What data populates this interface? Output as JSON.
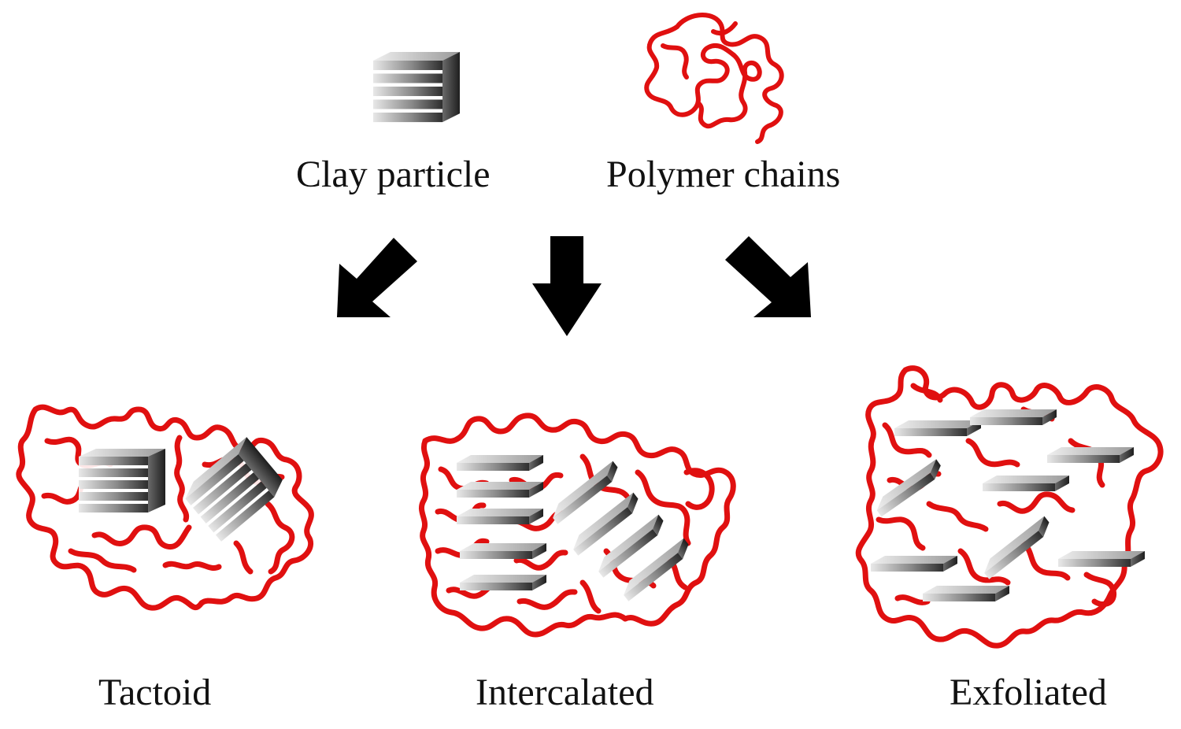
{
  "labels": {
    "clay_particle": "Clay particle",
    "polymer_chains": "Polymer chains",
    "tactoid": "Tactoid",
    "intercalated": "Intercalated",
    "exfoliated": "Exfoliated"
  },
  "colors": {
    "polymer": "#e01010",
    "arrow": "#000000",
    "clay_light": "#d9d9d9",
    "clay_dark": "#3a3a3a",
    "background": "#ffffff"
  },
  "icons": {
    "clay_particle": "stacked-clay-layers-icon",
    "polymer_chains": "polymer-coil-icon",
    "arrows": [
      "arrow-down-left-icon",
      "arrow-down-icon",
      "arrow-down-right-icon"
    ]
  }
}
